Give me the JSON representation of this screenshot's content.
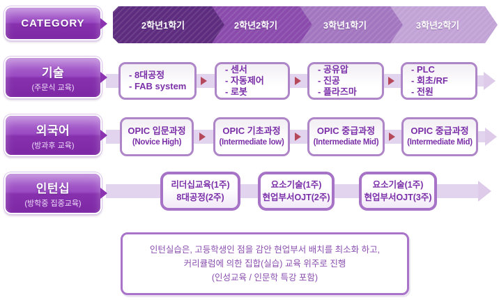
{
  "diagram": {
    "category_label": "CATEGORY",
    "semesters": [
      "2학년1학기",
      "2학년2학기",
      "3학년1학기",
      "3학년2학기"
    ],
    "rows": [
      {
        "title": "기술",
        "subtitle": "(주문식 교육)",
        "boxes": [
          {
            "lines": [
              "- 8대공정",
              "- FAB system"
            ]
          },
          {
            "lines": [
              "- 센서",
              "- 자동제어",
              "- 로봇"
            ]
          },
          {
            "lines": [
              "- 공유압",
              "- 진공",
              "- 플라즈마"
            ]
          },
          {
            "lines": [
              "- PLC",
              "- 회초/RF",
              "- 전원"
            ]
          }
        ]
      },
      {
        "title": "외국어",
        "subtitle": "(방과후 교육)",
        "boxes": [
          {
            "lines": [
              "OPIC 입문과정",
              "(Novice High)"
            ]
          },
          {
            "lines": [
              "OPIC 기초과정",
              "(Intermediate low)"
            ]
          },
          {
            "lines": [
              "OPIC 중급과정",
              "(Intermediate Mid)"
            ]
          },
          {
            "lines": [
              "OPIC 중급과정",
              "(Intermediate Mid)"
            ]
          }
        ]
      },
      {
        "title": "인턴십",
        "subtitle": "(방학중 집중교육)",
        "boxes": [
          {
            "lines": [
              "리더십교육(1주)",
              "8대공정(2주)"
            ]
          },
          {
            "lines": [
              "요소기술(1주)",
              "현업부서OJT(2주)"
            ]
          },
          {
            "lines": [
              "요소기술(1주)",
              "현업부서OJT(3주)"
            ]
          }
        ]
      }
    ],
    "note_lines": [
      "인턴실습은, 고등학생인 점을 감안 현업부서 배치를 최소화 하고,",
      "커리큘럼에 의한 집합(실습) 교육 위주로 진행",
      "(인성교육 / 인문학 특강 포함)"
    ],
    "colors": {
      "button_purple": "#8e3cb6",
      "segment_colors": [
        "#5e2c7e",
        "#8a4bac",
        "#a377c0",
        "#c2a3d6"
      ],
      "box_border": "#ae86c8",
      "box_text": "#7a2fa8",
      "connector": "#e2d4ee",
      "arrow_red": "#b5485a",
      "note_text": "#8a4fb0"
    }
  }
}
